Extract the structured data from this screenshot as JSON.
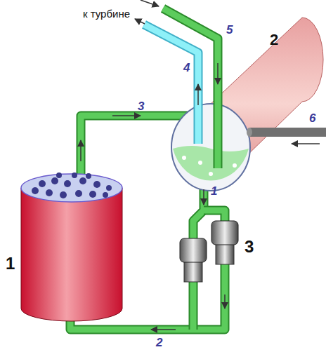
{
  "diagram": {
    "labels": [
      "к турбине",
      "5",
      "2",
      "4",
      "3",
      "6",
      "1",
      "1",
      "3",
      "2"
    ]
  }
}
